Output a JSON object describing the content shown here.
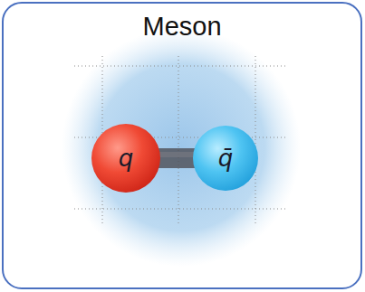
{
  "diagram": {
    "nodes": [
      {
        "text": [
          "Meson"
        ]
      },
      {
        "text": [
          "q"
        ],
        "in": 0
      },
      {
        "text": [
          "q̄"
        ],
        "in": 0
      }
    ],
    "edges": [
      {
        "from": 1,
        "to": 2,
        "arrow": "none"
      }
    ]
  }
}
